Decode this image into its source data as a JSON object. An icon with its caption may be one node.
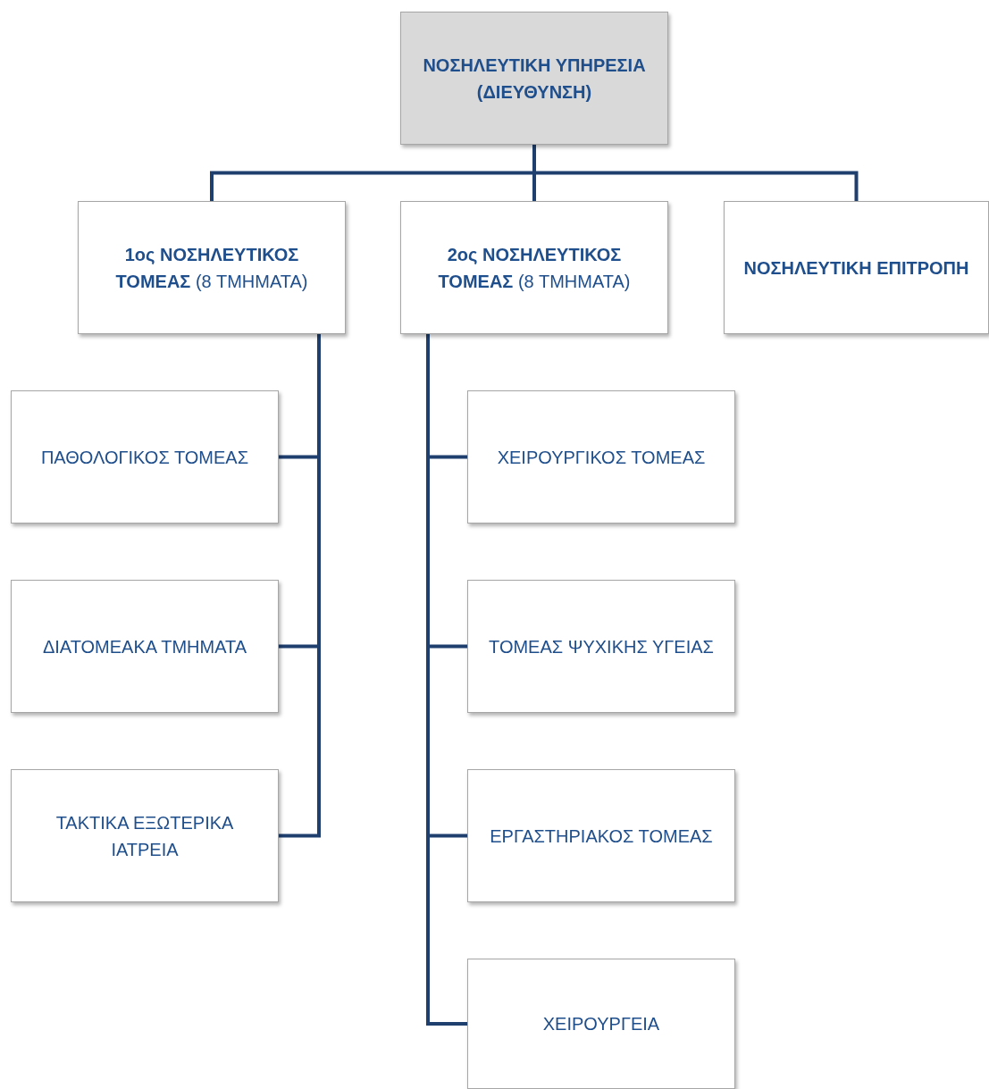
{
  "diagram": {
    "nodes": [
      {
        "text": [
          "ΝΟΣΗΛΕΥΤΙΚΗ ΥΠΗΡΕΣΙΑ (ΔΙΕΥΘΥΝΣΗ)"
        ]
      },
      {
        "text": [
          "**1ος ΝΟΣΗΛΕΥΤΙΚΟΣ ΤΟΜΕΑΣ** (8 ΤΜΗΜΑΤΑ)"
        ]
      },
      {
        "text": [
          "**2ος ΝΟΣΗΛΕΥΤΙΚΟΣ ΤΟΜΕΑΣ** (8 ΤΜΗΜΑΤΑ)"
        ]
      },
      {
        "text": [
          "ΝΟΣΗΛΕΥΤΙΚΗ ΕΠΙΤΡΟΠΗ"
        ]
      },
      {
        "text": [
          "ΠΑΘΟΛΟΓΙΚΟΣ ΤΟΜΕΑΣ"
        ]
      },
      {
        "text": [
          "ΔΙΑΤΟΜΕΑΚΑ ΤΜΗΜΑΤΑ"
        ]
      },
      {
        "text": [
          "ΤΑΚΤΙΚΑ ΕΞΩΤΕΡΙΚΑ ΙΑΤΡΕΙΑ"
        ]
      },
      {
        "text": [
          "ΧΕΙΡΟΥΡΓΙΚΟΣ ΤΟΜΕΑΣ"
        ]
      },
      {
        "text": [
          "ΤΟΜΕΑΣ ΨΥΧΙΚΗΣ ΥΓΕΙΑΣ"
        ]
      },
      {
        "text": [
          "ΕΡΓΑΣΤΗΡΙΑΚΟΣ ΤΟΜΕΑΣ"
        ]
      },
      {
        "text": [
          "ΧΕΙΡΟΥΡΓΕΙΑ"
        ]
      }
    ],
    "edges": [
      {
        "from": 0,
        "to": 1,
        "arrow": "none"
      },
      {
        "from": 0,
        "to": 2,
        "arrow": "none"
      },
      {
        "from": 0,
        "to": 3,
        "arrow": "none"
      },
      {
        "from": 1,
        "to": 4,
        "arrow": "none"
      },
      {
        "from": 1,
        "to": 5,
        "arrow": "none"
      },
      {
        "from": 1,
        "to": 6,
        "arrow": "none"
      },
      {
        "from": 2,
        "to": 7,
        "arrow": "none"
      },
      {
        "from": 2,
        "to": 8,
        "arrow": "none"
      },
      {
        "from": 2,
        "to": 9,
        "arrow": "none"
      },
      {
        "from": 2,
        "to": 10,
        "arrow": "none"
      }
    ]
  }
}
